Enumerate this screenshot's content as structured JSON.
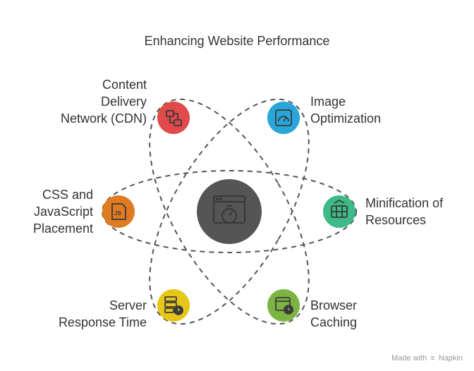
{
  "title": "Enhancing Website Performance",
  "center": {
    "icon": "stopwatch-browser-icon",
    "color": "#555555"
  },
  "items": [
    {
      "id": "cdn",
      "lines": [
        "Content",
        "Delivery",
        "Network (CDN)"
      ],
      "color": "#E04A4A",
      "icon": "network-icon"
    },
    {
      "id": "image",
      "lines": [
        "Image",
        "Optimization"
      ],
      "color": "#29A6D9",
      "icon": "gauge-icon"
    },
    {
      "id": "minify",
      "lines": [
        "Minification of",
        "Resources"
      ],
      "color": "#3DBA85",
      "icon": "compress-icon"
    },
    {
      "id": "caching",
      "lines": [
        "Browser",
        "Caching"
      ],
      "color": "#7CB342",
      "icon": "browser-clock-icon"
    },
    {
      "id": "server",
      "lines": [
        "Server",
        "Response Time"
      ],
      "color": "#E6C619",
      "icon": "server-clock-icon"
    },
    {
      "id": "cssjs",
      "lines": [
        "CSS and",
        "JavaScript",
        "Placement"
      ],
      "color": "#E07B22",
      "icon": "js-file-icon"
    }
  ],
  "credit": {
    "prefix": "Made with",
    "brand": "Napkin"
  }
}
